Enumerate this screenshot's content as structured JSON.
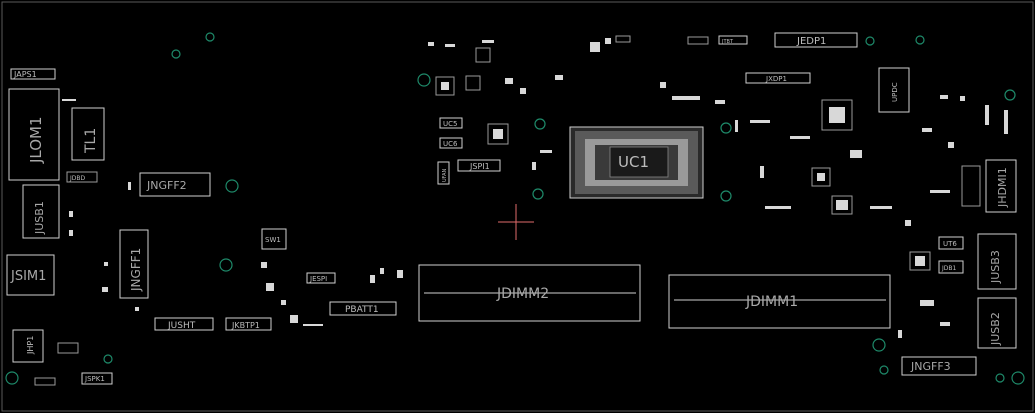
{
  "colors": {
    "background": "#000000",
    "silkscreen": "#cfcfcf",
    "via": "#1e8a6a",
    "cursor": "#e06b6b"
  },
  "labels": {
    "japs1": "JAPS1",
    "jlom1": "JLOM1",
    "tl1": "TL1",
    "jusb1": "JUSB1",
    "jsim1": "JSIM1",
    "jhp1": "JHP1",
    "jspk1": "JSPK1",
    "jngff2": "JNGFF2",
    "jngff1": "JNGFF1",
    "jusht": "JUSHT",
    "jkbtp1": "JKBTP1",
    "sw1": "SW1",
    "jespi": "JESPI",
    "pbatt1": "PBATT1",
    "jdimm2": "JDIMM2",
    "jdimm1": "JDIMM1",
    "uc1": "UC1",
    "uc5": "UC5",
    "uc6": "UC6",
    "jspi1": "JSPI1",
    "jedp1": "JEDP1",
    "jxdp1": "JXDP1",
    "jhdmi1": "JHDMI1",
    "jusb3": "JUSB3",
    "jusb2": "JUSB2",
    "jngff3": "JNGFF3",
    "ut6": "UT6",
    "jdb1": "JDB1",
    "ufan": "UFAN",
    "jtbt": "JTBT",
    "jdbd": "JDBD",
    "updc": "UPDC"
  }
}
